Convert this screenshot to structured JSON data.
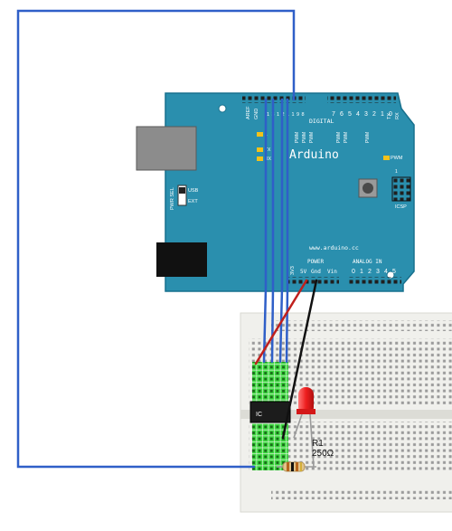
{
  "board": {
    "name": "Arduino",
    "url": "www.arduino.cc",
    "digital_label": "DIGITAL",
    "aref": "AREF",
    "gnd": "GND",
    "pins_left": [
      "1",
      "3",
      "1",
      "2",
      "1",
      "1",
      "9",
      "8"
    ],
    "pins_right": [
      "7",
      "6",
      "5",
      "4",
      "3",
      "2",
      "1",
      "0"
    ],
    "tx": "TX",
    "rx": "RX",
    "pwm": "PWM",
    "pwm_marks": [
      "PWM",
      "PWM",
      "PWM",
      "PWM",
      "PWM",
      "PWM"
    ],
    "led_marks": [
      "L",
      "TX",
      "RX"
    ],
    "pwr_sel": "PWR SEL",
    "usb": "USB",
    "ext": "EXT",
    "icsp": "ICSP",
    "icsp_1": "1",
    "power_label": "POWER",
    "analog_label": "ANALOG IN",
    "power_pins": [
      "3V3",
      "5V",
      "Gnd",
      "Vin"
    ],
    "analog_pins": [
      "0",
      "1",
      "2",
      "3",
      "4",
      "5"
    ]
  },
  "breadboard": {
    "ic_label": "IC",
    "resistor_name": "R1",
    "resistor_value": "250Ω"
  },
  "colors": {
    "board": "#2a8fae",
    "board_dark": "#17708d",
    "wire_blue": "#2f5fc8",
    "wire_red": "#c0201d",
    "wire_black": "#111111",
    "breadboard": "#eeeeea",
    "hole_green": "#38d23b",
    "led_red": "#ee2222"
  }
}
